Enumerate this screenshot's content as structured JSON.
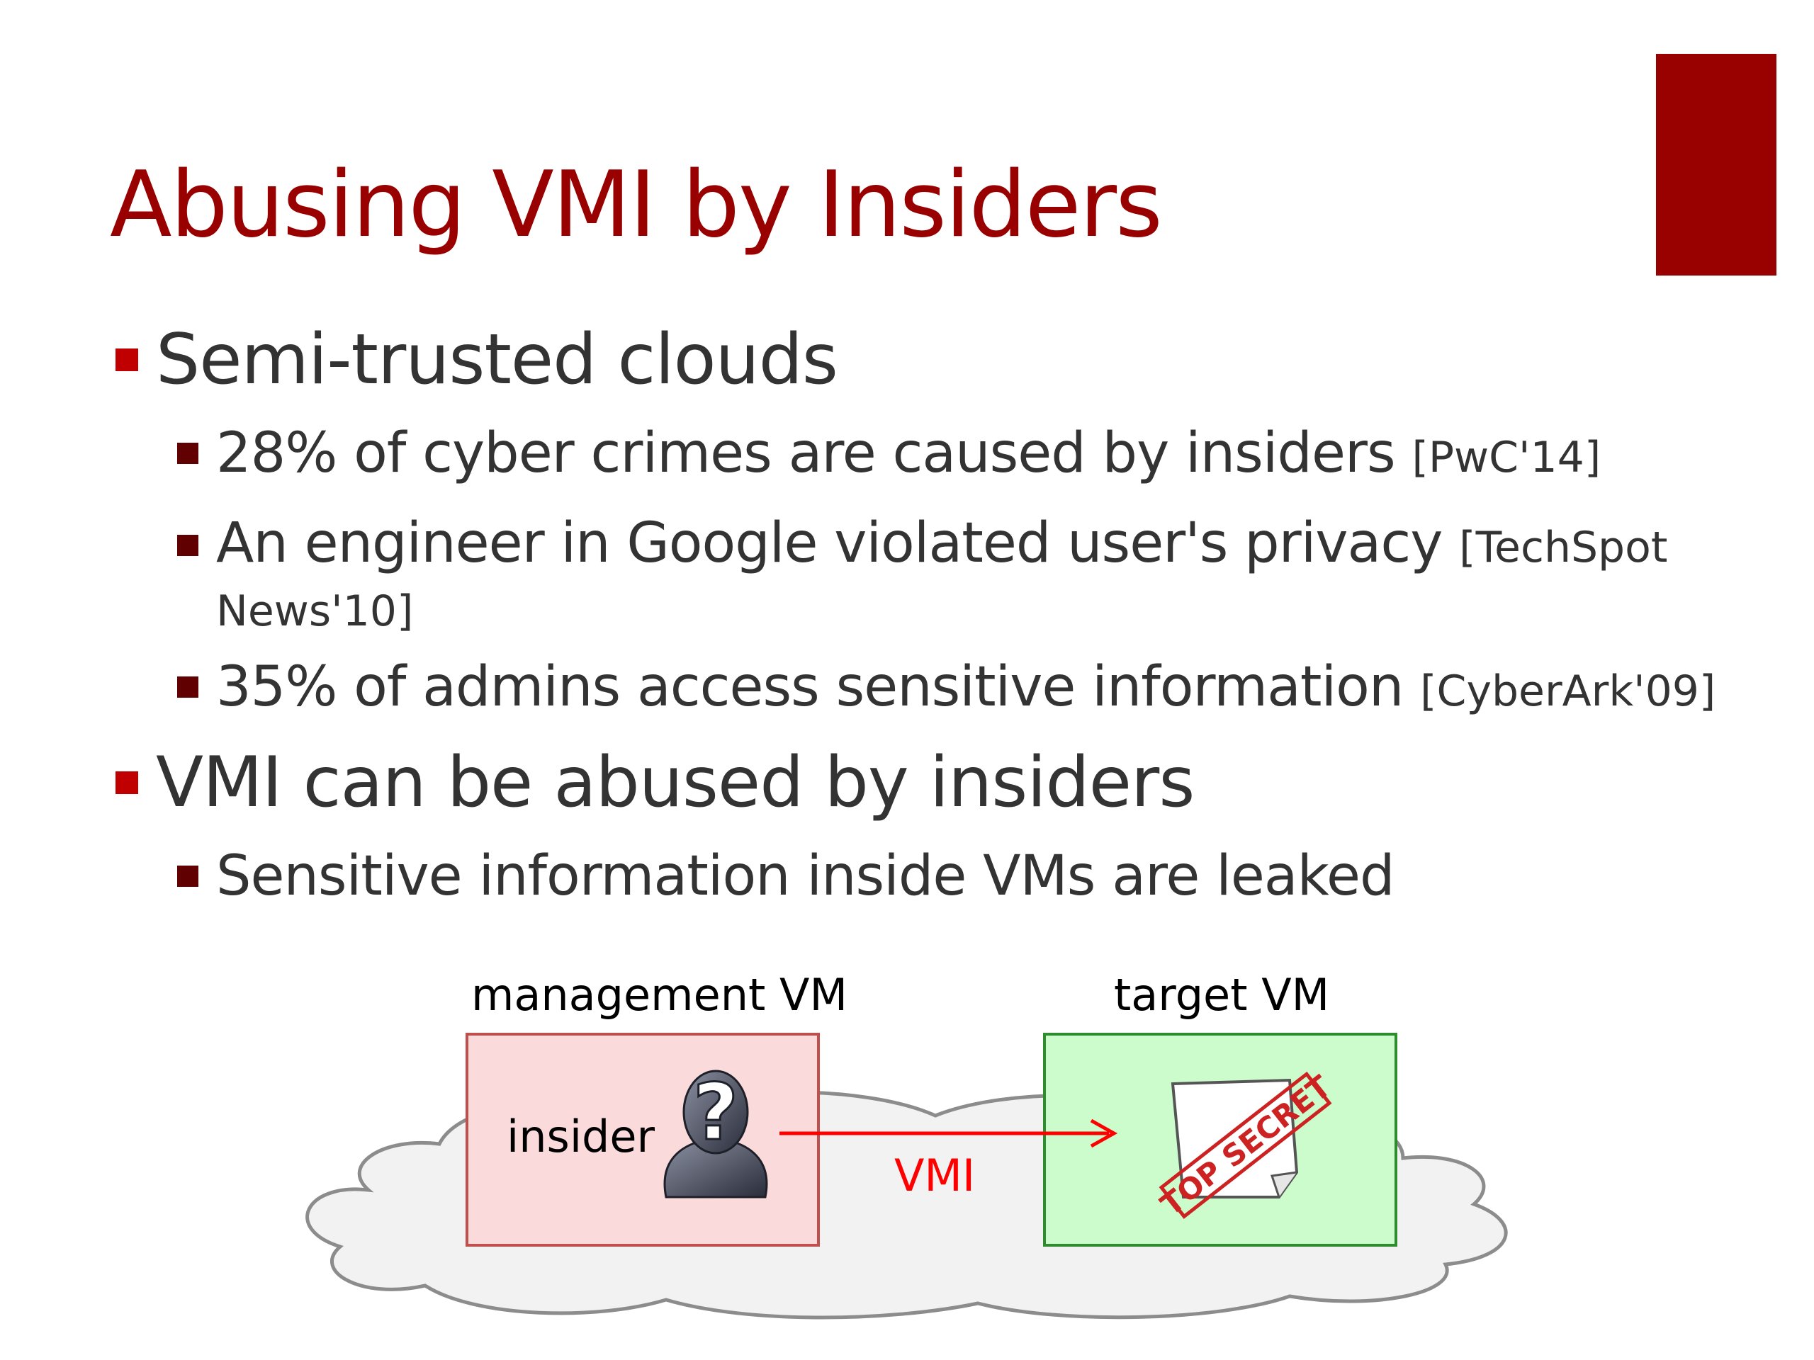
{
  "slide": {
    "title": "Abusing VMI by Insiders",
    "accent_color": "#990000",
    "bullets": [
      {
        "text": "Semi-trusted clouds",
        "sub": [
          {
            "text": "28% of cyber crimes are caused by insiders ",
            "cite": "[PwC'14]"
          },
          {
            "text": "An engineer in Google violated user's privacy ",
            "cite": "[TechSpot News'10]"
          },
          {
            "text": "35% of admins access sensitive information ",
            "cite": "[CyberArk'09]"
          }
        ]
      },
      {
        "text": "VMI can be abused by insiders",
        "sub": [
          {
            "text": "Sensitive information inside VMs are leaked",
            "cite": ""
          }
        ]
      }
    ]
  },
  "diagram": {
    "management_vm_label": "management VM",
    "target_vm_label": "target VM",
    "insider_label": "insider",
    "arrow_label": "VMI",
    "stamp_text": "TOP SECRET",
    "insider_icon": "anonymous-person-icon",
    "document_icon": "top-secret-document-icon",
    "cloud_icon": "cloud-shape"
  }
}
